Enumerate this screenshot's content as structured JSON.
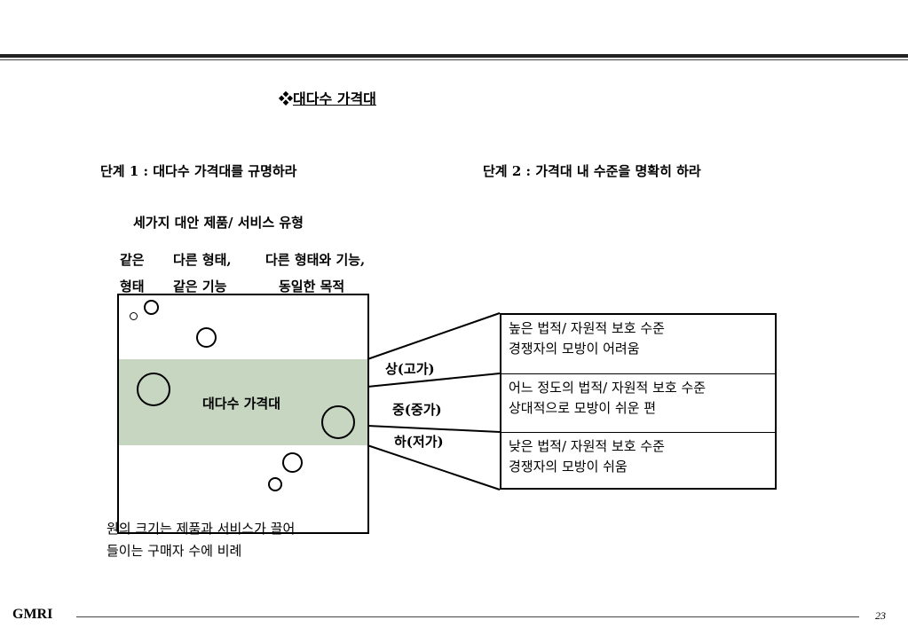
{
  "header": {
    "bullet": "❖",
    "title": "대다수 가격대"
  },
  "steps": {
    "step1": "단계 1 : 대다수 가격대를 규명하라",
    "step2": "단계 2 : 가격대 내 수준을 명확히 하라"
  },
  "diagram": {
    "heading": "세가지 대안 제품/ 서비스 유형",
    "columns": [
      {
        "line1": "같은",
        "line2": "형태"
      },
      {
        "line1": "다른 형태,",
        "line2": "같은 기능"
      },
      {
        "line1": "다른 형태와 기능,",
        "line2": "동일한 목적"
      }
    ],
    "band_label": "대다수 가격대",
    "levels": [
      "상(고가)",
      "중(중가)",
      "하(저가)"
    ],
    "descriptions": [
      {
        "line1": "높은 법적/ 자원적 보호 수준",
        "line2": "경쟁자의 모방이 어려움"
      },
      {
        "line1": "어느 정도의 법적/ 자원적 보호 수준",
        "line2": "상대적으로 모방이 쉬운 편"
      },
      {
        "line1": "낮은 법적/ 자원적 보호 수준",
        "line2": "경쟁자의 모방이 쉬움"
      }
    ],
    "note": {
      "line1": "원의 크기는 제품과 서비스가 끌어",
      "line2": "들이는 구매자 수에 비례"
    },
    "band_color": "#c6d6c0"
  },
  "footer": {
    "logo": "GMRI",
    "page": "23"
  }
}
